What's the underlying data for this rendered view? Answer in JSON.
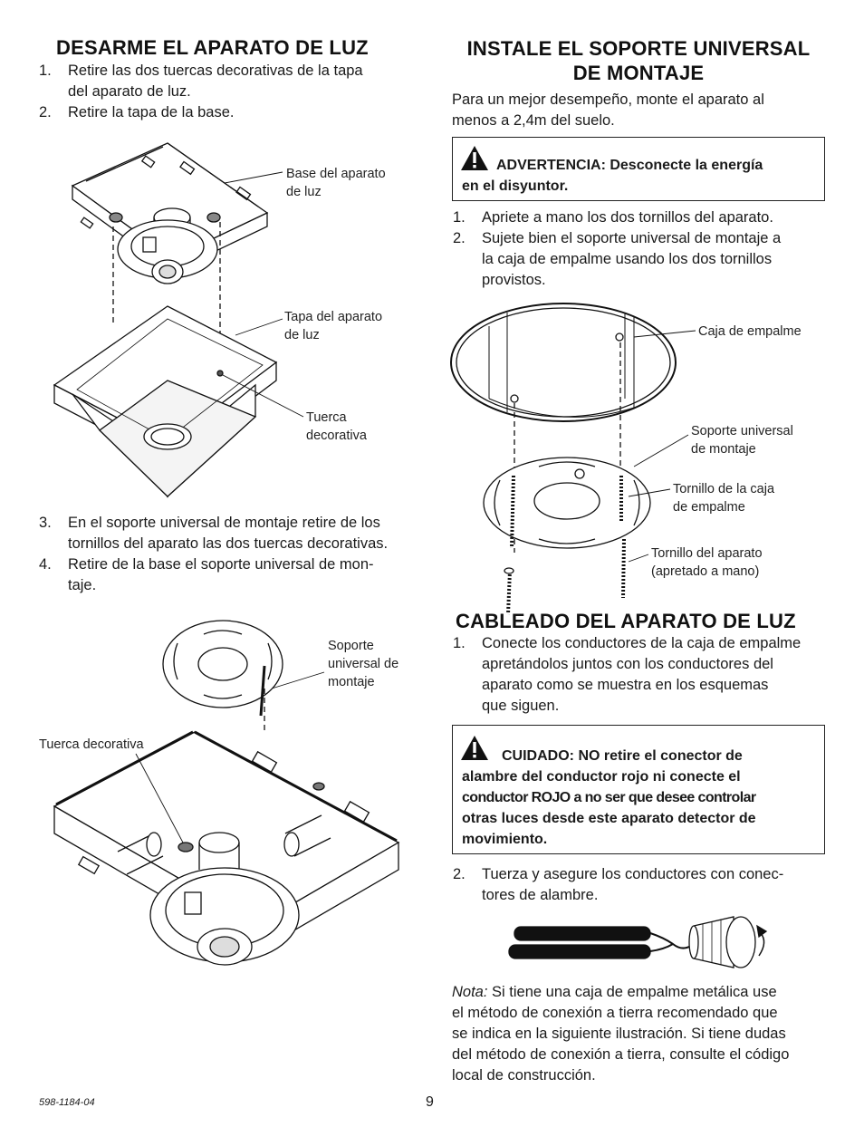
{
  "left": {
    "section1": {
      "title": "DESARME EL APARATO DE LUZ",
      "steps": [
        {
          "num": "1.",
          "lines": [
            "Retire las dos tuercas decorativas de la tapa",
            "del aparato de luz."
          ]
        },
        {
          "num": "2.",
          "lines": [
            "Retire la tapa de la base."
          ]
        }
      ],
      "fig1_labels": {
        "base": [
          "Base del aparato",
          "de luz"
        ],
        "tapa": [
          "Tapa del aparato",
          "de luz"
        ],
        "tuerca": [
          "Tuerca",
          "decorativa"
        ]
      },
      "steps_b": [
        {
          "num": "3.",
          "lines": [
            "En el soporte universal de montaje retire de los",
            "tornillos del aparato las dos tuercas decorativas."
          ]
        },
        {
          "num": "4.",
          "lines": [
            "Retire de la base el soporte universal de mon-",
            "taje."
          ]
        }
      ],
      "fig2_labels": {
        "soporte": [
          "Soporte",
          "universal de",
          "montaje"
        ],
        "tuerca": [
          "Tuerca decorativa"
        ]
      }
    }
  },
  "right": {
    "section2": {
      "title_lines": [
        "INSTALE EL SOPORTE UNIVERSAL",
        "DE MONTAJE"
      ],
      "intro": [
        "Para un mejor desempeño, monte el aparato al",
        "menos a 2,4m del suelo."
      ],
      "warning": [
        "ADVERTENCIA: Desconecte la energía",
        "en el disyuntor."
      ],
      "steps": [
        {
          "num": "1.",
          "lines": [
            "Apriete a mano los dos tornillos del aparato."
          ]
        },
        {
          "num": "2.",
          "lines": [
            "Sujete bien el soporte universal de montaje a",
            "la caja de empalme usando los dos tornillos",
            "provistos."
          ]
        }
      ],
      "fig3_labels": {
        "caja": [
          "Caja de empalme"
        ],
        "soporte": [
          "Soporte universal",
          "de montaje"
        ],
        "tornillo_caja": [
          "Tornillo de la caja",
          "de empalme"
        ],
        "tornillo_aparato": [
          "Tornillo del aparato",
          "(apretado a mano)"
        ]
      }
    },
    "section3": {
      "title": "CABLEADO DEL APARATO DE LUZ",
      "steps": [
        {
          "num": "1.",
          "lines": [
            "Conecte los conductores de la caja de empalme",
            "apretándolos juntos con los conductores del",
            "aparato como se muestra en los esquemas",
            "que siguen."
          ]
        }
      ],
      "caution": [
        "CUIDADO: NO retire el conector de",
        "alambre del conductor rojo ni conecte el",
        "conductor ROJO a no ser que desee controlar",
        "otras luces desde este aparato detector de",
        "movimiento."
      ],
      "steps_b": [
        {
          "num": "2.",
          "lines": [
            "Tuerza y asegure los conductores con conec-",
            "tores de alambre."
          ]
        }
      ],
      "note_label": "Nota:",
      "note": [
        " Si tiene una caja de empalme metálica use",
        "el método de conexión a tierra recomendado que",
        "se indica en la siguiente ilustración. Si tiene dudas",
        "del método de conexión a tierra, consulte el código",
        "local de construcción."
      ]
    }
  },
  "footer": {
    "doc_number": "598-1184-04",
    "page_number": "9"
  }
}
